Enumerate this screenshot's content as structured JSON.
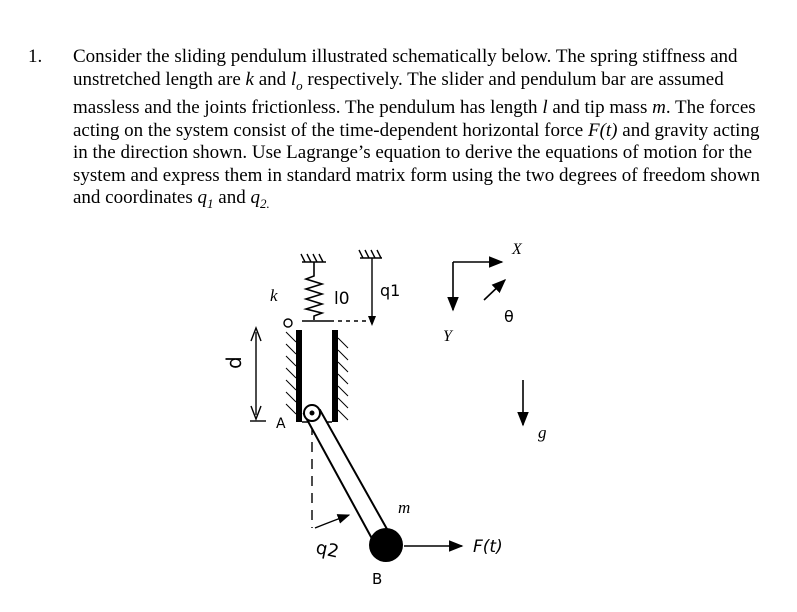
{
  "problem": {
    "number": "1.",
    "segments": [
      {
        "t": "Consider the sliding pendulum illustrated schematically below.  The spring stiffness and unstretched length are ",
        "i": false
      },
      {
        "t": "k",
        "i": true
      },
      {
        "t": " and ",
        "i": false
      },
      {
        "t": "l",
        "i": true
      },
      {
        "t": "o",
        "i": true,
        "sub": true
      },
      {
        "t": " respectively.  The slider and pendulum bar are assumed massless and the joints frictionless.  The pendulum has length ",
        "i": false
      },
      {
        "t": "l",
        "i": true
      },
      {
        "t": " and tip mass ",
        "i": false
      },
      {
        "t": "m",
        "i": true
      },
      {
        "t": ".  The forces acting on the system consist of the time-dependent horizontal force ",
        "i": false
      },
      {
        "t": "F(t)",
        "i": true
      },
      {
        "t": " and gravity acting in the direction shown.  Use Lagrange’s equation to derive the equations of motion for the system and express them in standard matrix form using the two degrees of freedom shown and coordinates ",
        "i": false
      },
      {
        "t": "q",
        "i": true
      },
      {
        "t": "1",
        "i": true,
        "sub": true
      },
      {
        "t": " and ",
        "i": false
      },
      {
        "t": "q",
        "i": true
      },
      {
        "t": "2.",
        "i": true,
        "sub": true
      }
    ]
  },
  "figure": {
    "spring_label": "k",
    "unstretched_label": "l0",
    "q1_label": "q1",
    "q2_label": "q2",
    "d_label": "d",
    "point_a": "A",
    "point_b": "B",
    "mass_label": "m",
    "force_label": "F(t)",
    "axis_x": "X",
    "axis_y": "Y",
    "theta_label": "θ",
    "gravity_label": "g"
  }
}
